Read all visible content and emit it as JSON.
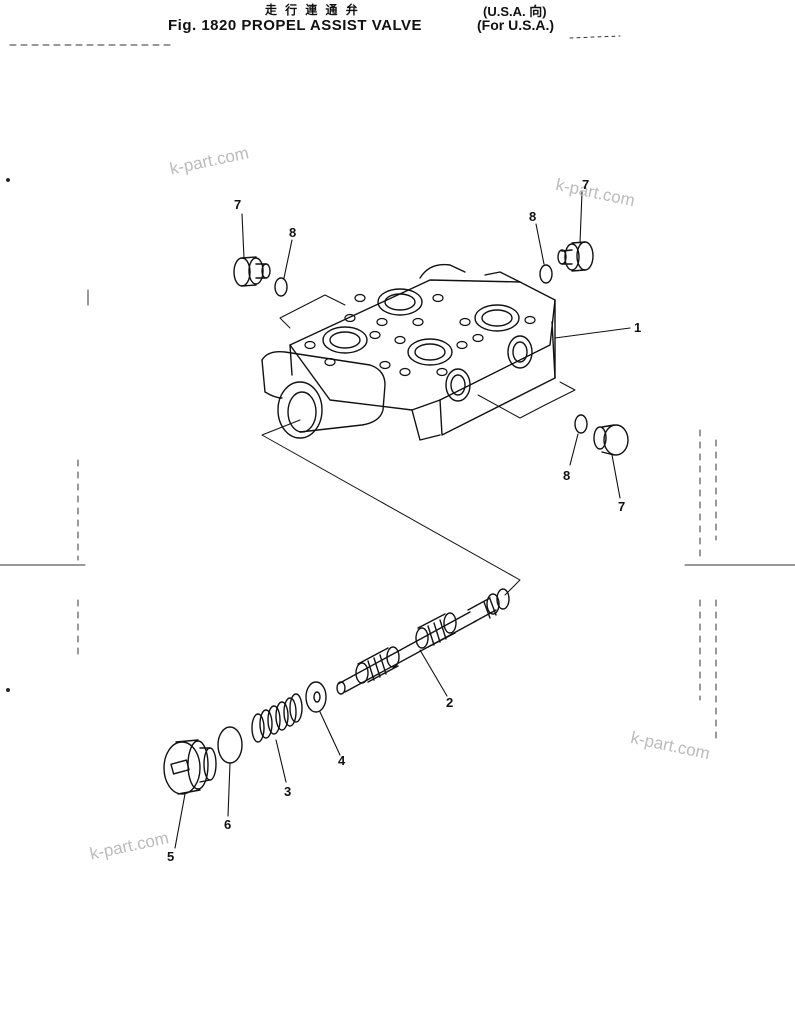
{
  "header": {
    "title_jp": "走 行 連 通 弁",
    "title_en": "Fig. 1820 PROPEL ASSIST VALVE",
    "region_jp": "(U.S.A. 向)",
    "region_en": "(For U.S.A.)"
  },
  "watermarks": [
    "k-part.com",
    "k-part.com",
    "k-part.com",
    "k-part.com"
  ],
  "callouts": {
    "c1": "1",
    "c2": "2",
    "c3": "3",
    "c4": "4",
    "c5": "5",
    "c6": "6",
    "c7a": "7",
    "c7b": "7",
    "c7c": "7",
    "c8a": "8",
    "c8b": "8",
    "c8c": "8"
  }
}
